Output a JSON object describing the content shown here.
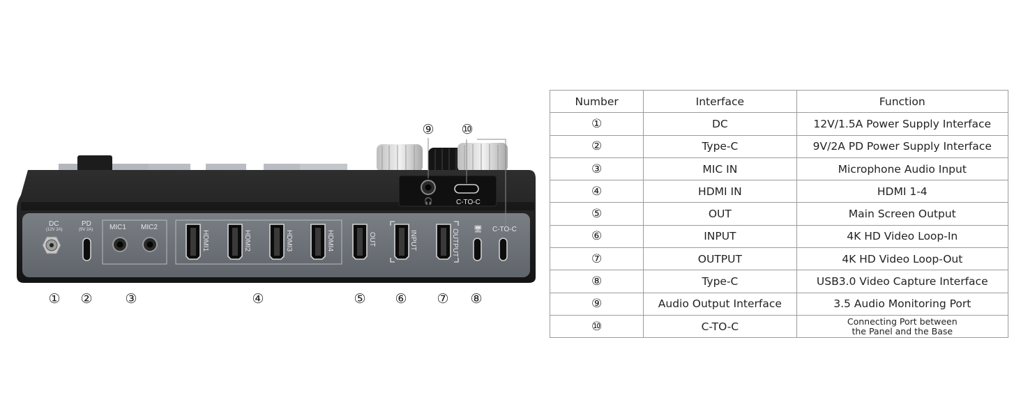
{
  "device": {
    "dc_label": "DC",
    "dc_sub": "(12V 2A)",
    "pd_label": "PD",
    "pd_sub": "(9V 2A)",
    "mic1_label": "MIC1",
    "mic2_label": "MIC2",
    "hdmi_labels": [
      "HDMI1",
      "HDMI2",
      "HDMI3",
      "HDMI4"
    ],
    "out_label": "OUT",
    "input_label": "INPUT",
    "output_label": "OUTPUT",
    "ctoc_side_label": "C-TO-C",
    "ctoc_top_label": "C-TO-C",
    "callouts": [
      "①",
      "②",
      "③",
      "④",
      "⑤",
      "⑥",
      "⑦",
      "⑧",
      "⑨",
      "⑩"
    ],
    "icons": [
      "headphone-icon",
      "monitor-icon"
    ],
    "body_color": "#1e1e1e",
    "panel_color": "#6e7279"
  },
  "table": {
    "headers": [
      "Number",
      "Interface",
      "Function"
    ],
    "rows": [
      {
        "num": "①",
        "interface": "DC",
        "function": "12V/1.5A Power Supply Interface"
      },
      {
        "num": "②",
        "interface": "Type-C",
        "function": "9V/2A PD Power Supply Interface"
      },
      {
        "num": "③",
        "interface": "MIC IN",
        "function": "Microphone Audio Input"
      },
      {
        "num": "④",
        "interface": "HDMI IN",
        "function": "HDMI 1-4"
      },
      {
        "num": "⑤",
        "interface": "OUT",
        "function": "Main Screen Output"
      },
      {
        "num": "⑥",
        "interface": "INPUT",
        "function": "4K HD Video Loop-In"
      },
      {
        "num": "⑦",
        "interface": "OUTPUT",
        "function": "4K HD Video Loop-Out"
      },
      {
        "num": "⑧",
        "interface": "Type-C",
        "function": "USB3.0 Video Capture Interface"
      },
      {
        "num": "⑨",
        "interface": "Audio Output Interface",
        "function": "3.5 Audio Monitoring Port"
      },
      {
        "num": "⑩",
        "interface": "C-TO-C",
        "function": "Connecting Port between\nthe Panel and the Base"
      }
    ]
  }
}
